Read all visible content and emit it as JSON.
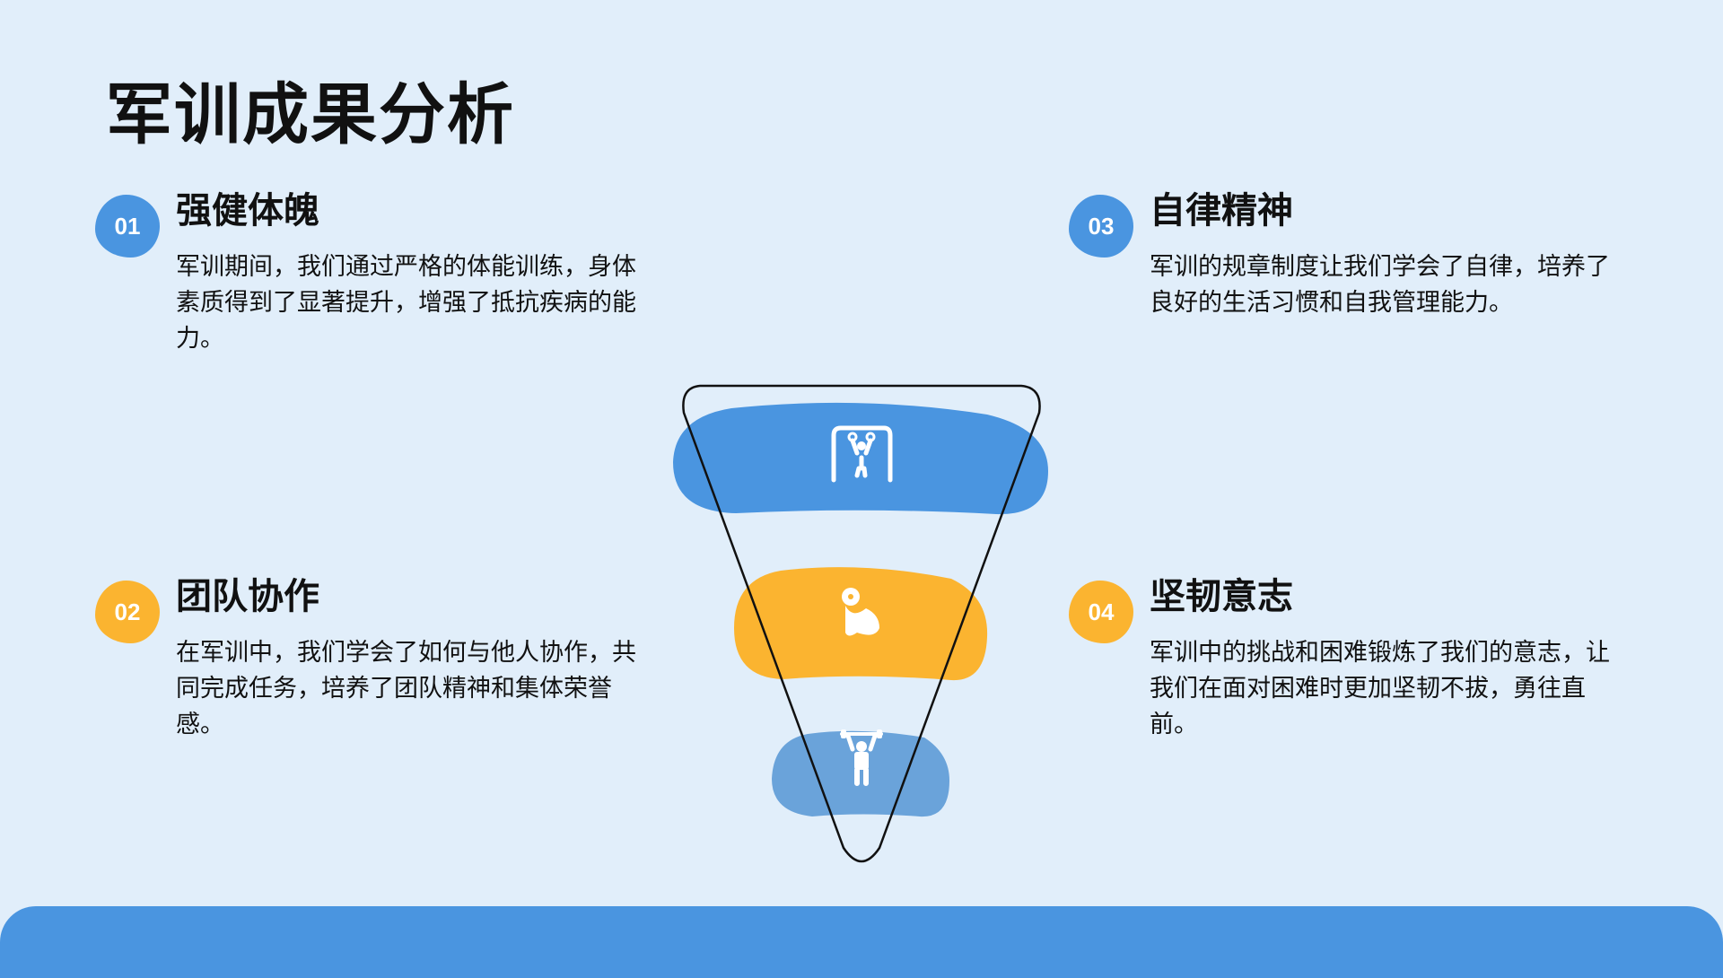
{
  "title": "军训成果分析",
  "items": [
    {
      "num": "01",
      "heading": "强健体魄",
      "text": "军训期间，我们通过严格的体能训练，身体素质得到了显著提升，增强了抵抗疾病的能力。",
      "color": "#4A95E0"
    },
    {
      "num": "02",
      "heading": "团队协作",
      "text": "在军训中，我们学会了如何与他人协作，共同完成任务，培养了团队精神和集体荣誉感。",
      "color": "#FBB430"
    },
    {
      "num": "03",
      "heading": "自律精神",
      "text": "军训的规章制度让我们学会了自律，培养了良好的生活习惯和自我管理能力。",
      "color": "#4A95E0"
    },
    {
      "num": "04",
      "heading": "坚韧意志",
      "text": "军训中的挑战和困难锻炼了我们的意志，让我们在面对困难时更加坚韧不拔，勇往直前。",
      "color": "#FBB430"
    }
  ],
  "funnel": {
    "icons": [
      "pull-up-icon",
      "muscle-arm-icon",
      "weightlifting-icon"
    ],
    "colors": [
      "#4A95E0",
      "#FBB430",
      "#6AA3DA"
    ]
  }
}
